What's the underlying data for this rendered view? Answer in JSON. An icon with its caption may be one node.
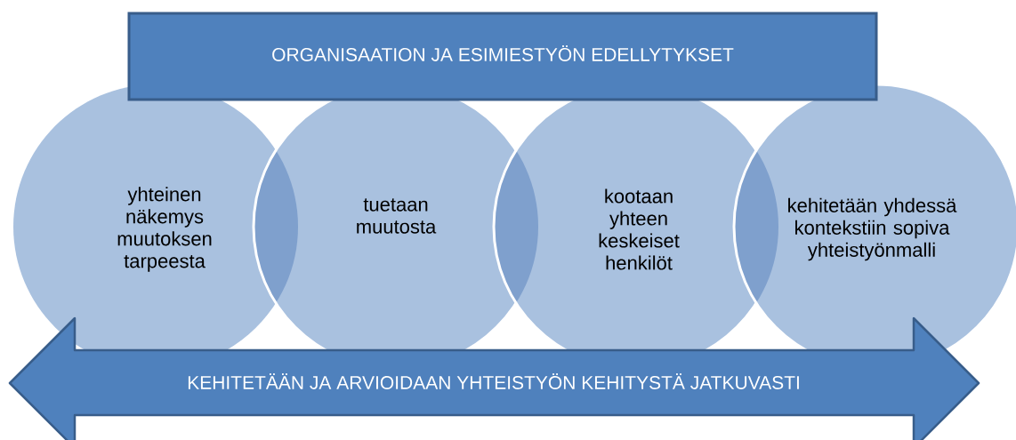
{
  "diagram": {
    "nodes": [
      {
        "text": [
          "ORGANISAATION JA ESIMIESTYÖN EDELLYTYKSET"
        ]
      },
      {
        "text": [
          "yhteinen näkemys muutoksen tarpeesta"
        ]
      },
      {
        "text": [
          "tuetaan muutosta"
        ]
      },
      {
        "text": [
          "kootaan yhteen keskeiset henkilöt"
        ]
      },
      {
        "text": [
          "kehitetään yhdessä kontekstiin sopiva yhteistyönmalli"
        ]
      },
      {
        "text": [
          "KEHITETÄÄN JA ARVIOIDAAN YHTEISTYÖN KEHITYSTÄ JATKUVASTI"
        ]
      }
    ]
  }
}
